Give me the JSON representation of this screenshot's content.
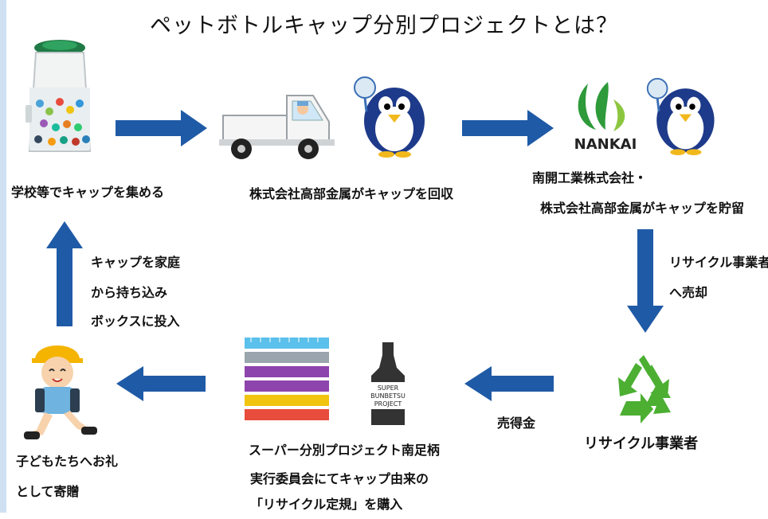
{
  "title": "ペットボトルキャップ分別プロジェクトとは？",
  "steps": {
    "collect": "学校等でキャップを集める",
    "pickup": "株式会社高部金属がキャップを回収",
    "store_line1": "南開工業株式会社・",
    "store_line2": "株式会社高部金属がキャップを貯留",
    "sell_line1": "リサイクル事業者",
    "sell_line2": "へ売却",
    "recycler": "リサイクル事業者",
    "proceeds": "売得金",
    "purchase_line1": "スーパー分別プロジェクト南足柄",
    "purchase_line2": "実行委員会にてキャップ由来の",
    "purchase_line3": "「リサイクル定規」を購入",
    "donate_line1": "子どもたちへお礼",
    "donate_line2": "として寄贈",
    "home_line1": "キャップを家庭",
    "home_line2": "から持ち込み",
    "home_line3": "ボックスに投入"
  },
  "logos": {
    "nankai": "NANKAI",
    "bottle_line1": "SUPER",
    "bottle_line2": "BUNBETSU",
    "bottle_line3": "PROJECT"
  },
  "colors": {
    "arrow": "#1f5aa6",
    "recycle": "#4caf32",
    "nankai_green": "#2e9a3a",
    "penguin": "#1e3a8a"
  },
  "icons": [
    "cap-collection-box-icon",
    "truck-icon",
    "penguin-icon",
    "nankai-logo",
    "recycle-icon",
    "rulers-icon",
    "bottle-icon",
    "child-icon"
  ]
}
